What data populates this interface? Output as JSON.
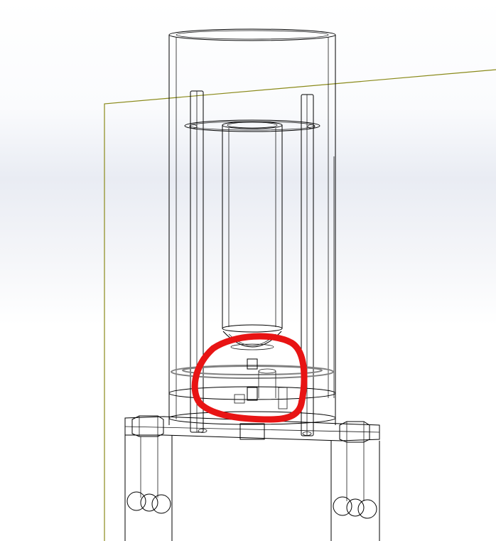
{
  "view": {
    "background": "#e9ecf3",
    "edge_color": "#000000",
    "sketch_plane_color": "#8a8a1a",
    "highlight_edge_color": "#808080",
    "markup_color": "#e81414"
  },
  "model": {
    "style": "wireframe",
    "components": [
      "outer-cylinder",
      "inner-tube",
      "guide-rods",
      "top-flange-ring",
      "ball-tip",
      "lower-guide-ring",
      "central-pin",
      "base-plate",
      "left-leg",
      "right-leg",
      "hex-bolts"
    ]
  },
  "annotation": {
    "type": "freehand-circle",
    "icon": "red-markup-circle"
  }
}
